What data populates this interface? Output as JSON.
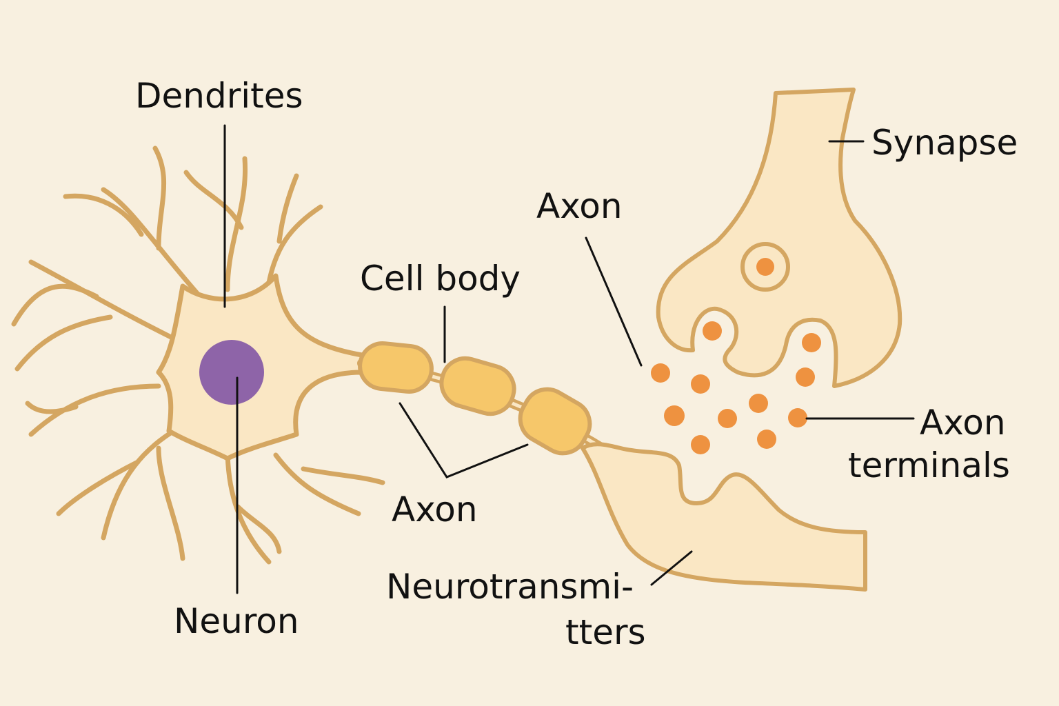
{
  "labels": {
    "dendrites": "Dendrites",
    "neuron": "Neuron",
    "cell_body": "Cell body",
    "axon_lower": "Axon",
    "axon_upper": "Axon",
    "synapse": "Synapse",
    "axon_terminals_line1": "Axon",
    "axon_terminals_line2": "terminals",
    "neurotransmitters_line1": "Neurotransmi-",
    "neurotransmitters_line2": "tters"
  },
  "colors": {
    "background": "#f8f0e0",
    "membrane": "#d4a661",
    "cell_fill": "#fae7c4",
    "nucleus": "#8e64a8",
    "myelin": "#f6c76a",
    "neurotransmitter": "#ee9240",
    "leader_line": "#111111"
  }
}
